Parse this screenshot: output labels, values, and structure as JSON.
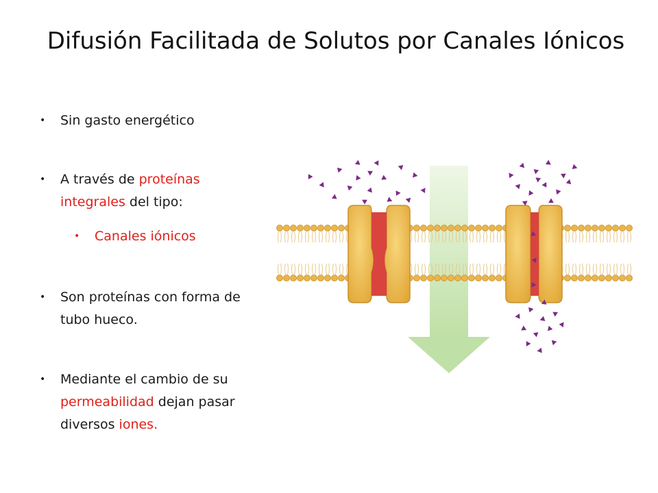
{
  "slide": {
    "title": "Difusión Facilitada de Solutos por Canales Iónicos",
    "bullets": [
      {
        "segments": [
          "Sin gasto energético"
        ]
      },
      {
        "segments": [
          "A través de ",
          "proteínas integrales",
          " del tipo:"
        ]
      },
      {
        "segments": [
          "Son proteínas con forma de tubo hueco."
        ]
      },
      {
        "segments": [
          "Mediante el cambio de su ",
          "permeabilidad",
          " dejan pasar diversos ",
          "iones."
        ]
      }
    ],
    "subbullet": "Canales iónicos",
    "colors": {
      "accent_red": "#e0201a",
      "arrow_green": "#c8e6b0",
      "protein_yellow": "#f2c24e",
      "channel_red": "#d9443f",
      "ion_purple": "#7b2c86"
    }
  }
}
